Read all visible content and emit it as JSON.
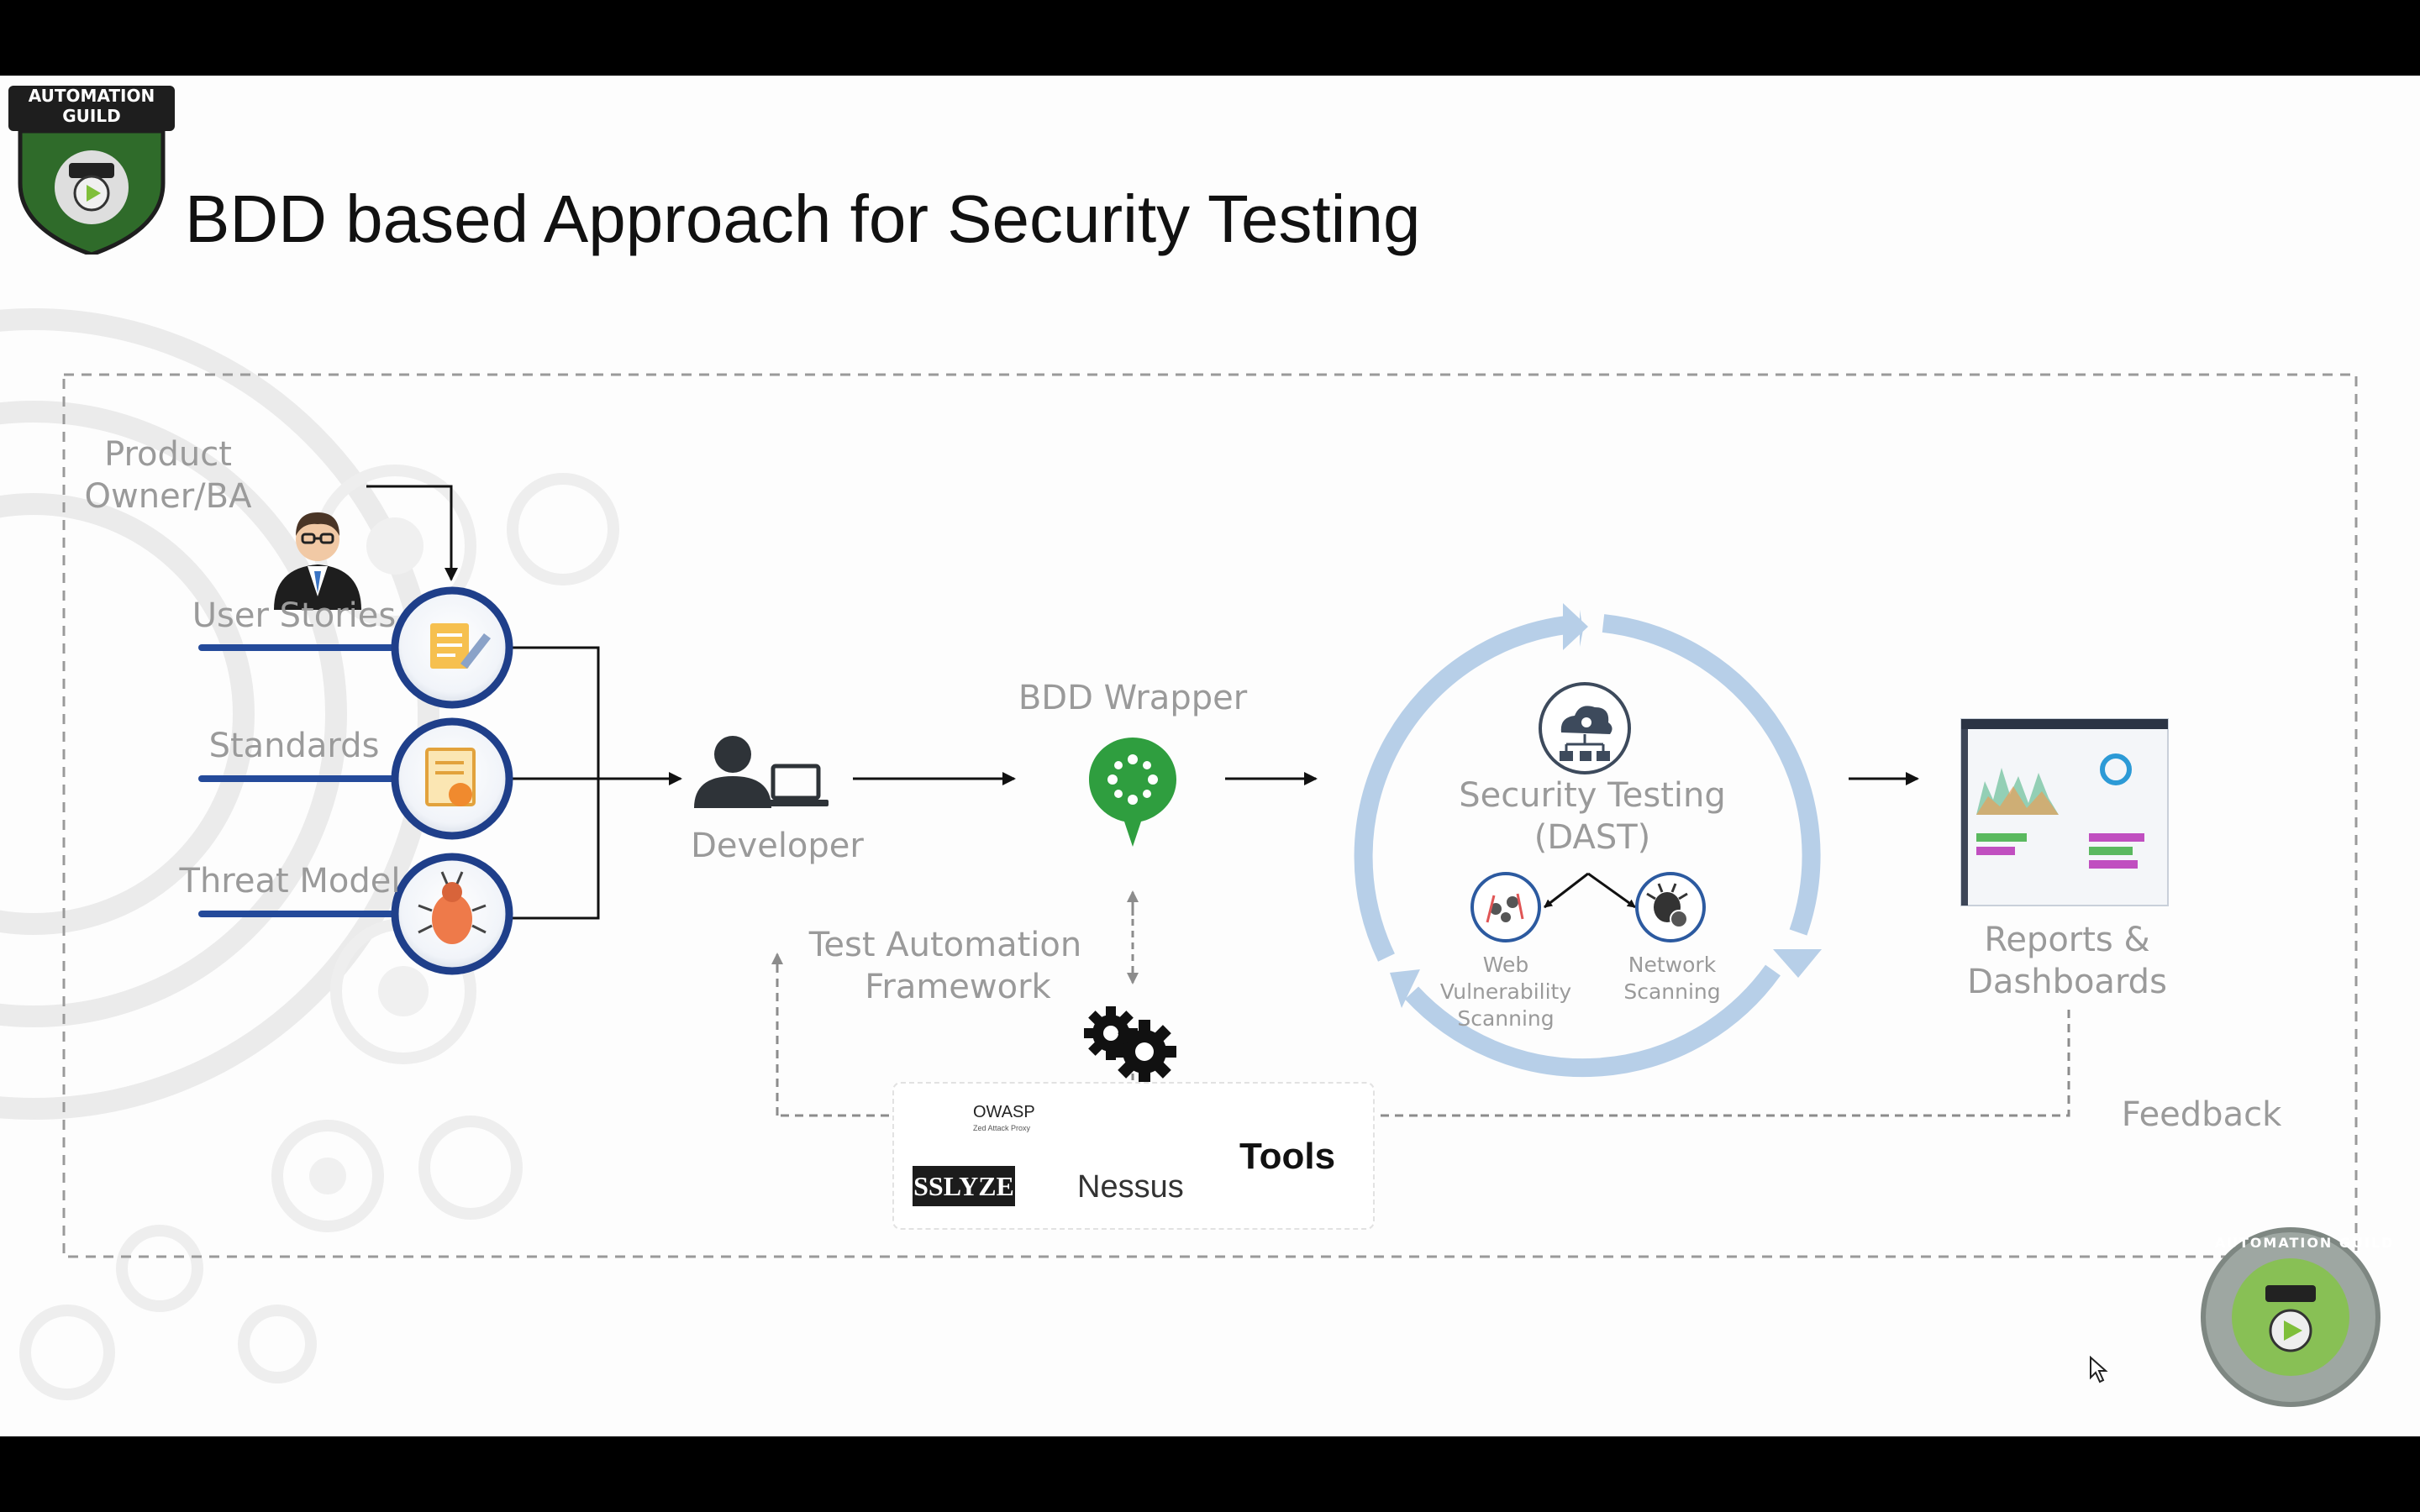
{
  "title": "BDD based Approach for Security Testing",
  "logo": {
    "top_left": "AUTOMATION GUILD",
    "bottom_right": "AUTOMATION GUILD"
  },
  "diagram": {
    "product_owner": {
      "line1": "Product",
      "line2": "Owner/BA",
      "icon": "business-person-icon"
    },
    "inputs": [
      {
        "label": "User Stories",
        "icon": "document-edit-icon"
      },
      {
        "label": "Standards",
        "icon": "certificate-icon"
      },
      {
        "label": "Threat Model",
        "icon": "bug-icon"
      }
    ],
    "developer": {
      "label": "Developer",
      "icon": "person-laptop-icon"
    },
    "bdd_wrapper": {
      "label": "BDD Wrapper",
      "icon": "cucumber-icon"
    },
    "test_framework": {
      "line1": "Test Automation",
      "line2": "Framework",
      "icon": "gears-icon"
    },
    "security_testing": {
      "line1": "Security Testing",
      "line2": "(DAST)",
      "icon": "cloud-network-icon",
      "web_scan": {
        "line1": "Web",
        "line2": "Vulnerability",
        "line3": "Scanning",
        "icon": "web-scan-icon"
      },
      "network_scan": {
        "line1": "Network",
        "line2": "Scanning",
        "icon": "network-scan-icon"
      }
    },
    "reports": {
      "line1": "Reports &",
      "line2": "Dashboards",
      "icon": "dashboard-icon"
    },
    "feedback": "Feedback",
    "tools": {
      "label": "Tools",
      "owasp_name": "OWASP",
      "owasp_sub": "Zed Attack Proxy",
      "sslyze": "SSLYZE",
      "nessus": "Nessus"
    }
  },
  "colors": {
    "input_ring": "#1f3f8a",
    "input_line": "#244a9a",
    "cycle": "#b7cfe8",
    "cucumber": "#2f9e3f",
    "feedback_line": "#8c8c8c"
  }
}
